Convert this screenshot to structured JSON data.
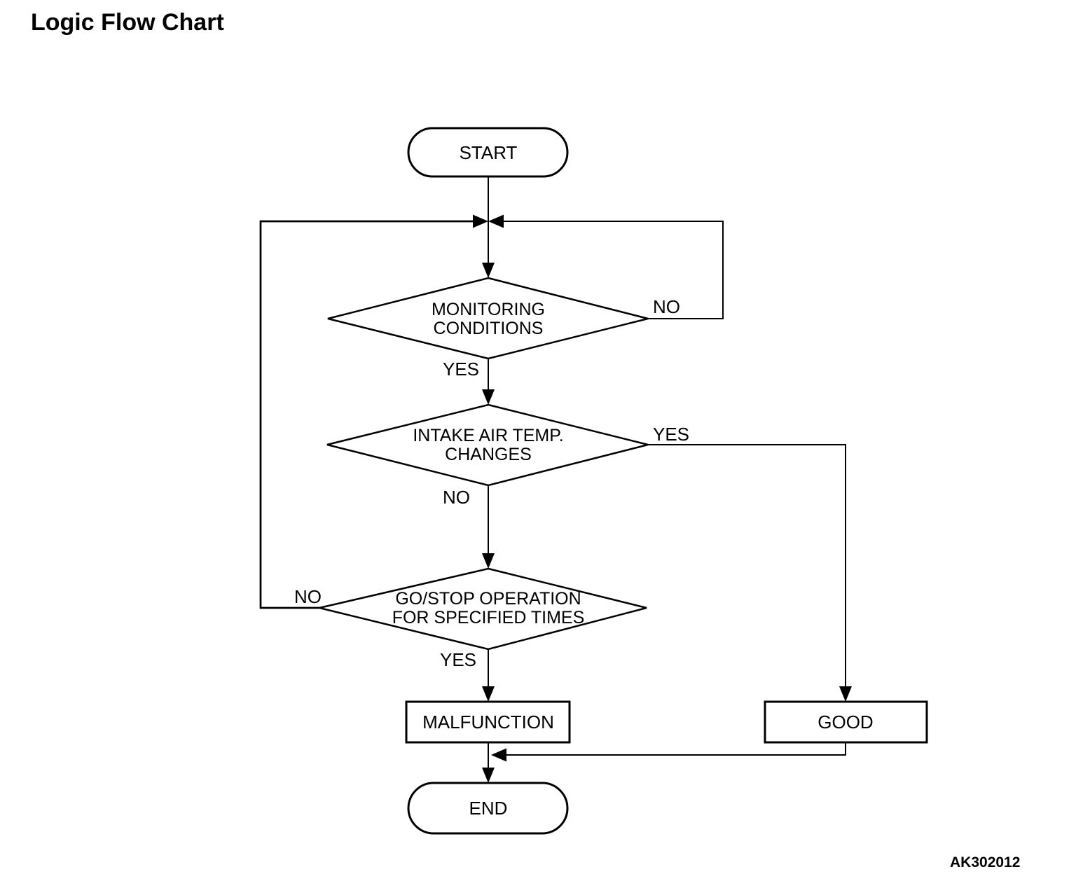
{
  "page": {
    "title": "Logic Flow Chart",
    "figure_code": "AK302012"
  },
  "colors": {
    "ink": "#000000",
    "background": "#ffffff"
  },
  "flowchart": {
    "nodes": {
      "start": {
        "type": "terminator",
        "label": "START"
      },
      "monitoring": {
        "type": "decision",
        "lines": [
          "MONITORING",
          "CONDITIONS"
        ]
      },
      "intake": {
        "type": "decision",
        "lines": [
          "INTAKE AIR TEMP.",
          "CHANGES"
        ]
      },
      "gostop": {
        "type": "decision",
        "lines": [
          "GO/STOP OPERATION",
          "FOR SPECIFIED TIMES"
        ]
      },
      "malfunction": {
        "type": "process",
        "label": "MALFUNCTION"
      },
      "good": {
        "type": "process",
        "label": "GOOD"
      },
      "end": {
        "type": "terminator",
        "label": "END"
      }
    },
    "edges": [
      {
        "from": "start",
        "to": "monitoring",
        "label": ""
      },
      {
        "from": "monitoring",
        "to": "loop-junction",
        "label": "NO"
      },
      {
        "from": "monitoring",
        "to": "intake",
        "label": "YES"
      },
      {
        "from": "intake",
        "to": "good",
        "label": "YES"
      },
      {
        "from": "intake",
        "to": "gostop",
        "label": "NO"
      },
      {
        "from": "gostop",
        "to": "loop-junction",
        "label": "NO"
      },
      {
        "from": "gostop",
        "to": "malfunction",
        "label": "YES"
      },
      {
        "from": "malfunction",
        "to": "end",
        "label": ""
      },
      {
        "from": "good",
        "to": "malfunction-end-line",
        "label": ""
      }
    ]
  }
}
